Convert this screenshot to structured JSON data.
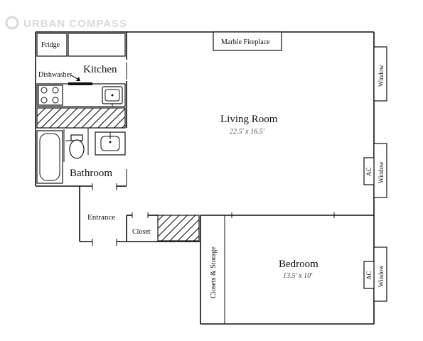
{
  "brand": {
    "name": "URBAN COMPASS"
  },
  "rooms": {
    "living_room": {
      "name": "Living Room",
      "dimensions": "22.5' x 16.5'"
    },
    "bedroom": {
      "name": "Bedroom",
      "dimensions": "13.5' x 10'"
    },
    "kitchen": {
      "name": "Kitchen"
    },
    "bathroom": {
      "name": "Bathroom"
    },
    "entrance": {
      "name": "Entrance"
    },
    "closet": {
      "name": "Closet"
    },
    "closets_storage": {
      "name": "Closets & Storage"
    }
  },
  "fixtures": {
    "fridge": "Fridge",
    "dishwasher": "Dishwasher",
    "marble_fireplace": "Marble Fireplace",
    "window_1": "Window",
    "window_2": "Window",
    "window_3": "Window",
    "ac_1": "AC",
    "ac_2": "AC"
  }
}
